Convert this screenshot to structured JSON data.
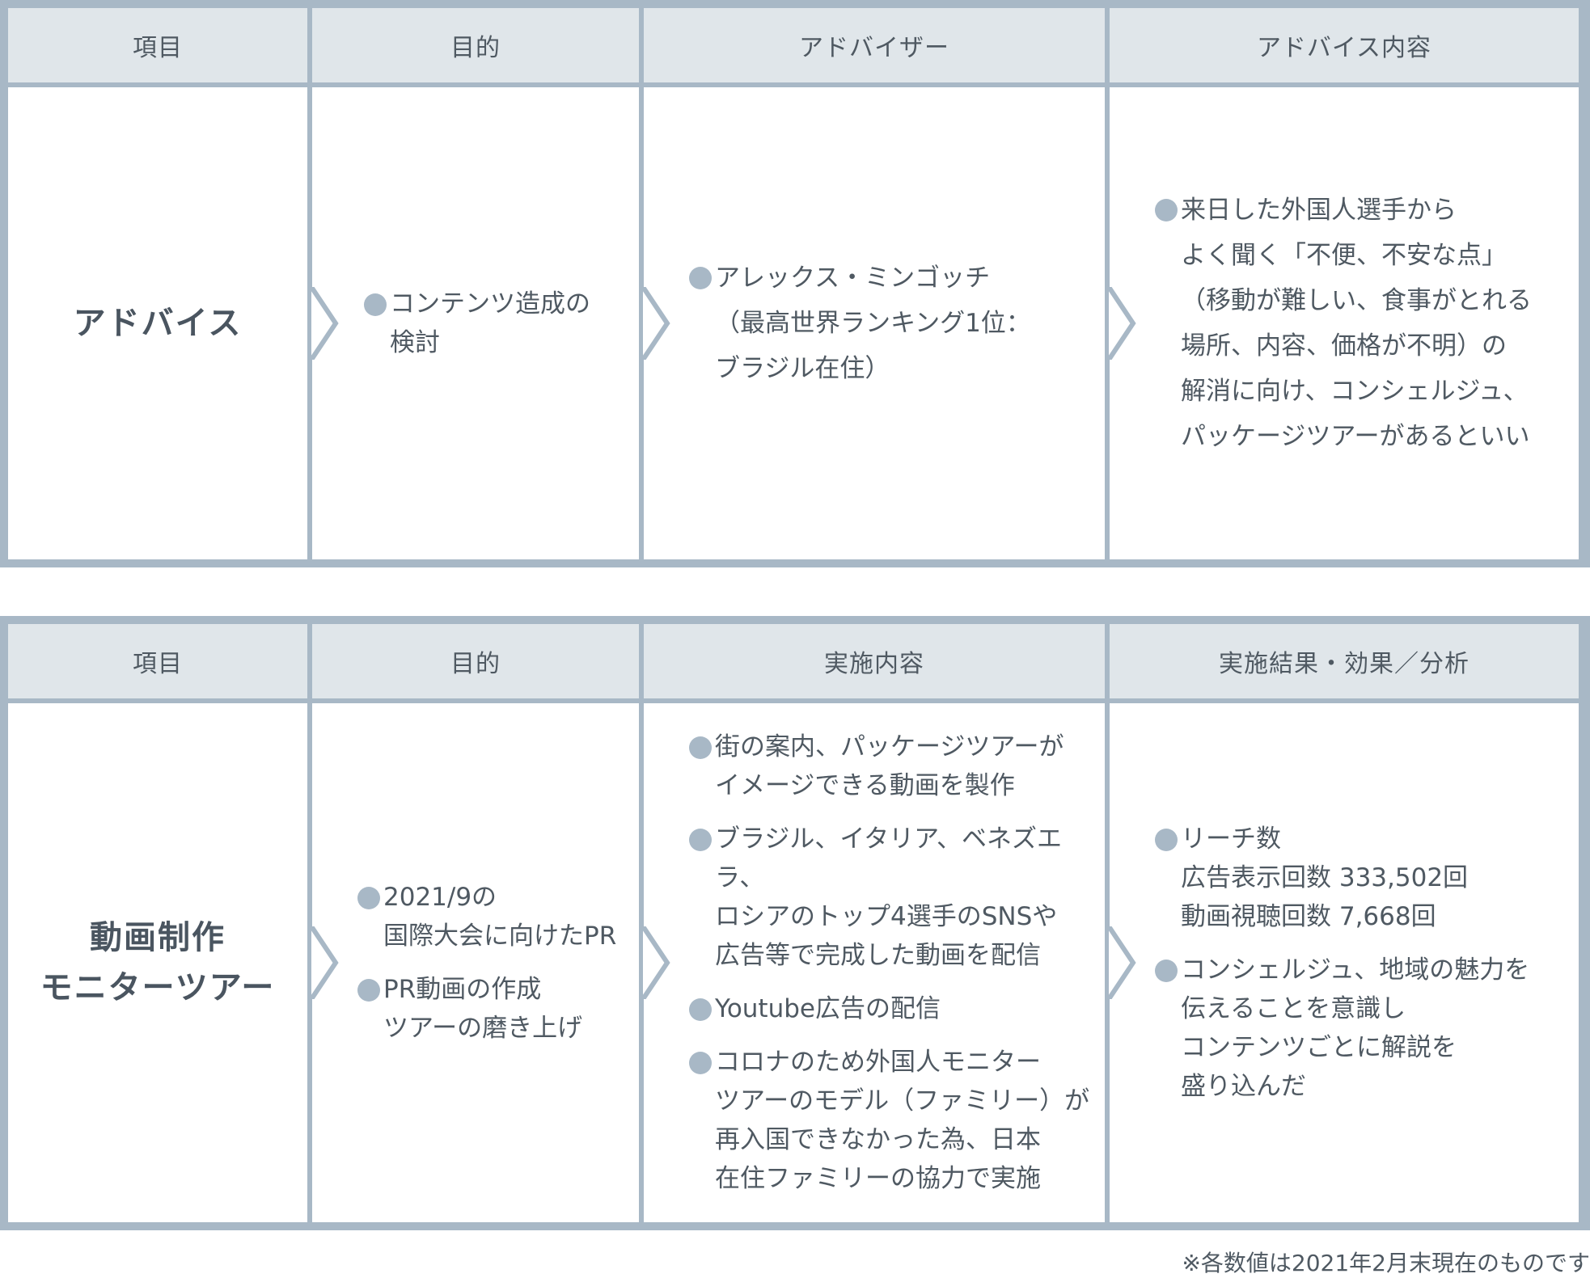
{
  "table1": {
    "headers": [
      "項目",
      "目的",
      "アドバイザー",
      "アドバイス内容"
    ],
    "item": "アドバイス",
    "purpose": [
      "コンテンツ造成の\n検討"
    ],
    "advisor": [
      "アレックス・ミンゴッチ\n（最高世界ランキング1位：\nブラジル在住）"
    ],
    "advice": [
      "来日した外国人選手から\nよく聞く「不便、不安な点」\n（移動が難しい、食事がとれる\n場所、内容、価格が不明）の\n解消に向け、コンシェルジュ、\nパッケージツアーがあるといい"
    ]
  },
  "table2": {
    "headers": [
      "項目",
      "目的",
      "実施内容",
      "実施結果・効果／分析"
    ],
    "item_line1": "動画制作",
    "item_line2": "モニターツアー",
    "purpose": [
      "2021/9の\n国際大会に向けたPR",
      "PR動画の作成\nツアーの磨き上げ"
    ],
    "content": [
      "街の案内、パッケージツアーが\nイメージできる動画を製作",
      "ブラジル、イタリア、ベネズエラ、\nロシアのトップ4選手のSNSや\n広告等で完成した動画を配信",
      "Youtube広告の配信",
      "コロナのため外国人モニター\nツアーのモデル（ファミリー）が\n再入国できなかった為、日本\n在住ファミリーの協力で実施"
    ],
    "results": [
      "リーチ数\n広告表示回数  333,502回\n動画視聴回数  7,668回",
      "コンシェルジュ、地域の魅力を\n伝えることを意識し\nコンテンツごとに解説を\n盛り込んだ"
    ]
  },
  "footnote": "※各数値は2021年2月末現在のものです",
  "colors": {
    "border": "#a8b8c6",
    "header_bg": "#e0e6ea",
    "text": "#4f5962",
    "bullet": "#a8b8c6"
  }
}
